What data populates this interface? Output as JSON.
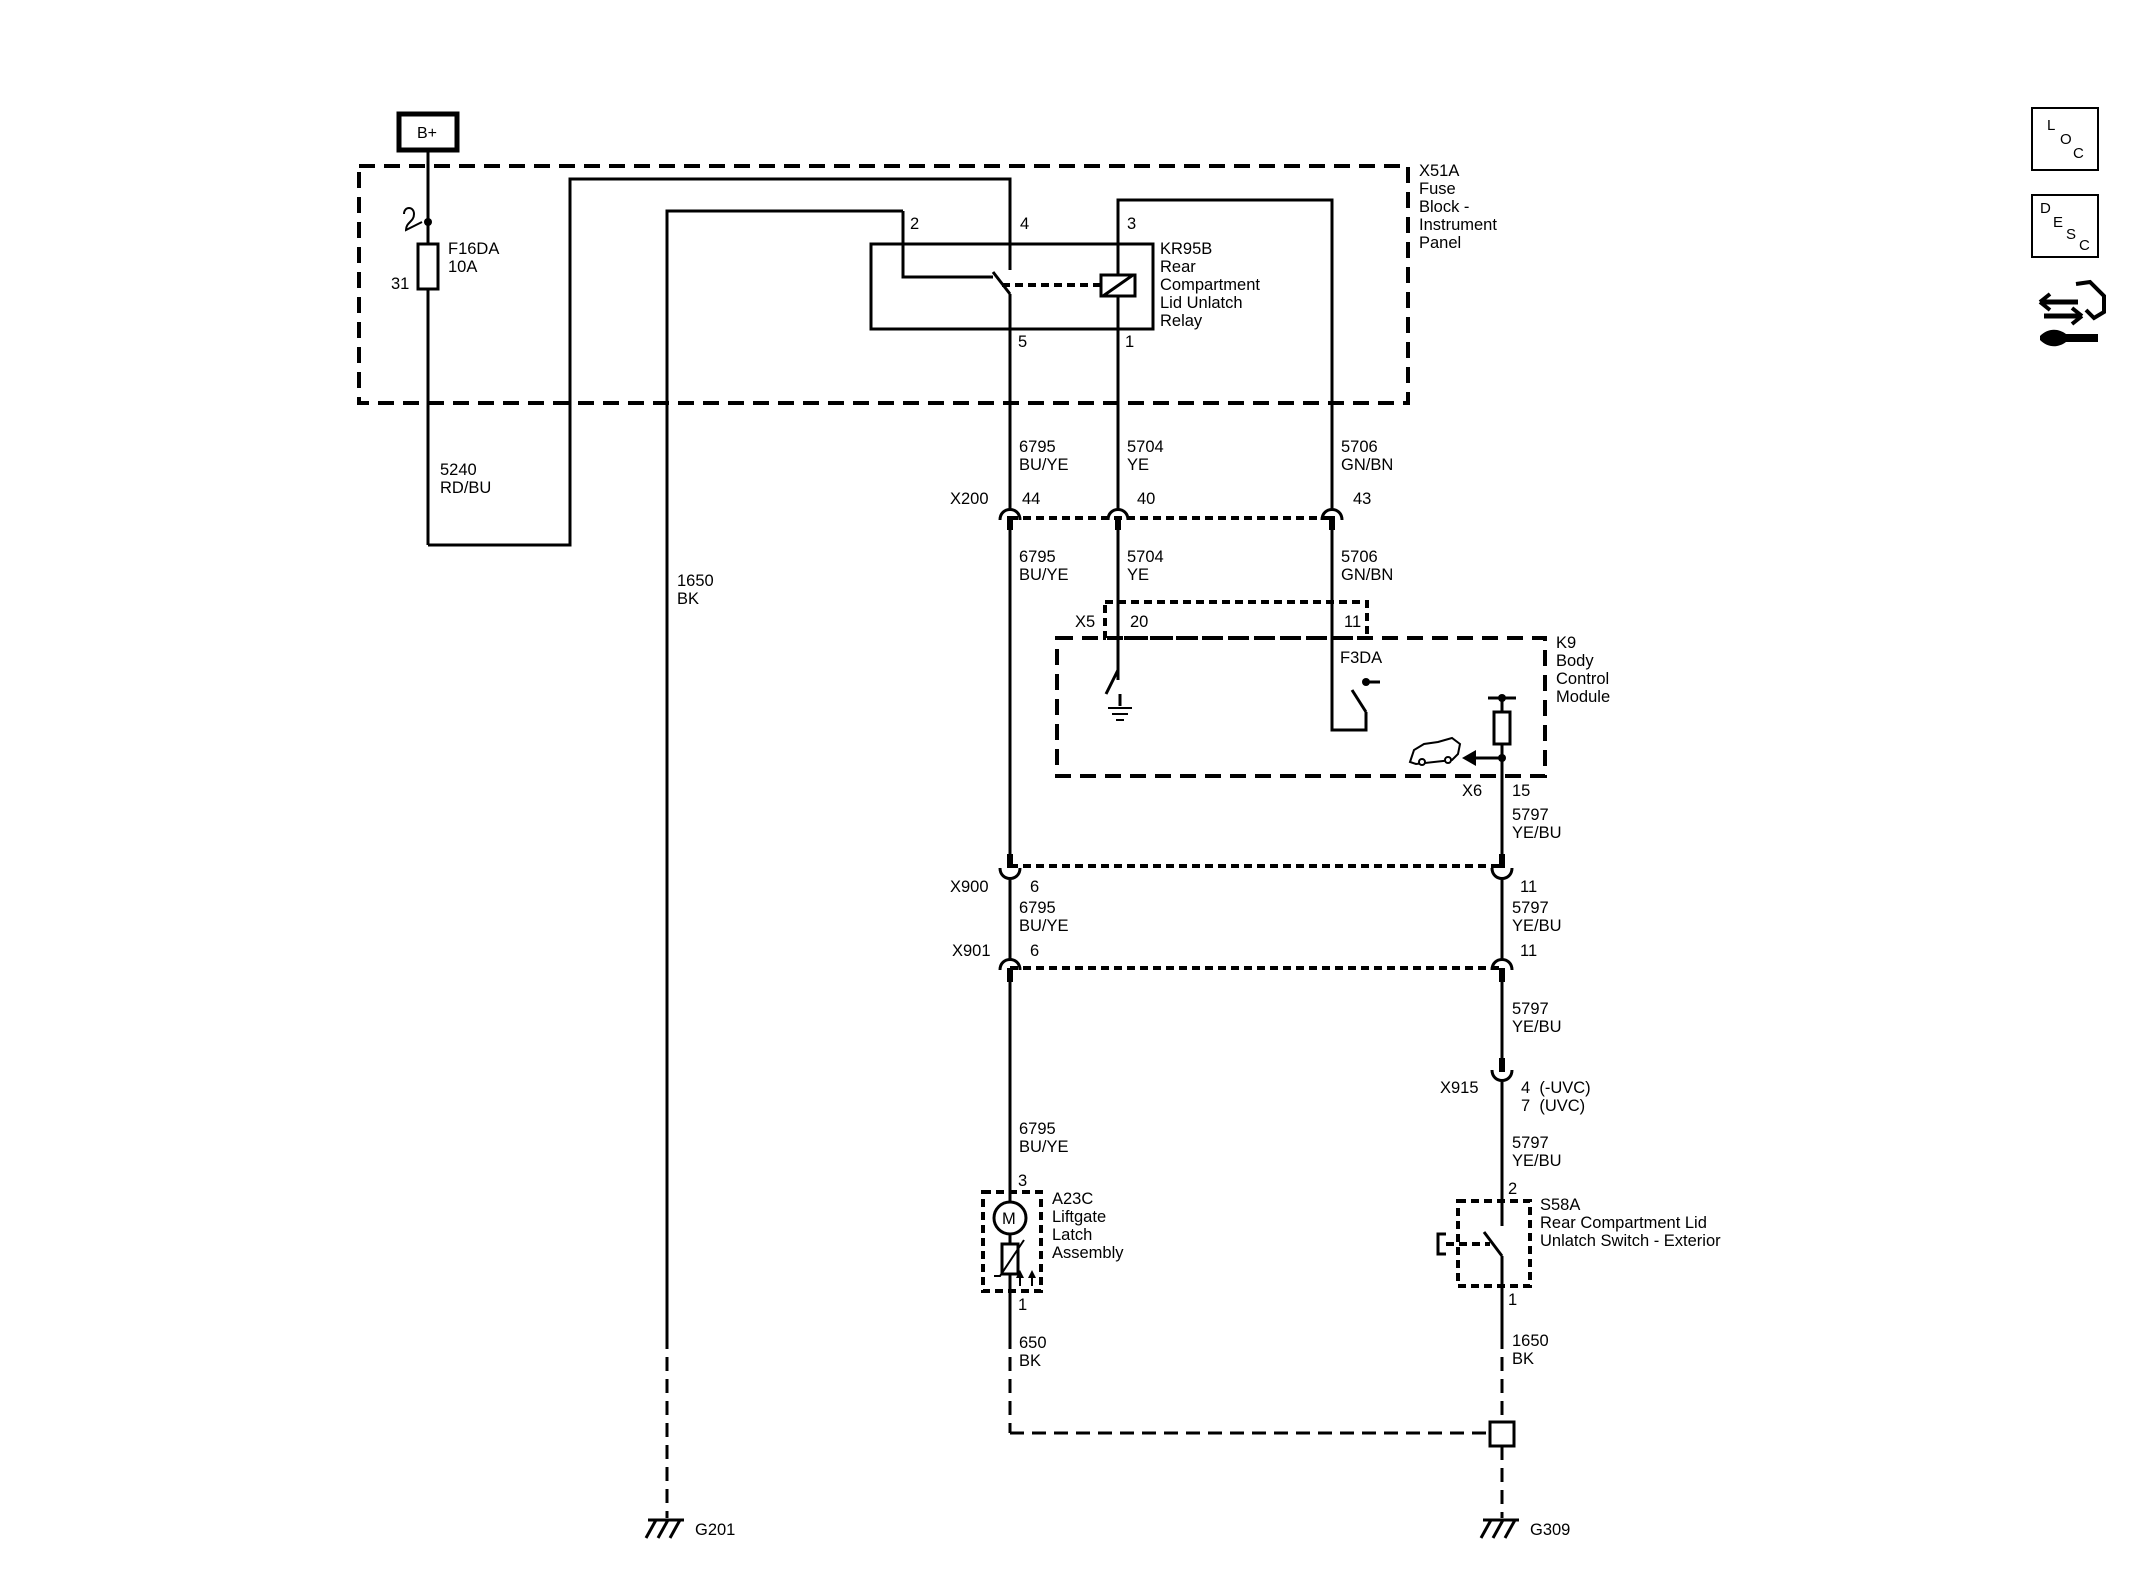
{
  "power": {
    "label": "B+"
  },
  "nav_icons": {
    "loc": [
      "L",
      "O",
      "C"
    ],
    "desc": [
      "D",
      "E",
      "S",
      "C"
    ],
    "connector_icon": "connector-views-icon"
  },
  "fuse_block": {
    "lines": [
      "X51A",
      "Fuse",
      "Block -",
      "Instrument",
      "Panel"
    ],
    "fuse_name": "F16DA",
    "fuse_rating": "10A",
    "fuse_pin": "31"
  },
  "relay": {
    "lines": [
      "KR95B",
      "Rear",
      "Compartment",
      "Lid Unlatch",
      "Relay"
    ],
    "pins": {
      "p2": "2",
      "p4": "4",
      "p3": "3",
      "p5": "5",
      "p1": "1"
    }
  },
  "wires": {
    "w5240": [
      "5240",
      "RD/BU"
    ],
    "w1650": [
      "1650",
      "BK"
    ],
    "w6795_a": [
      "6795",
      "BU/YE"
    ],
    "w5704_a": [
      "5704",
      "YE"
    ],
    "w5706_a": [
      "5706",
      "GN/BN"
    ],
    "w6795_b": [
      "6795",
      "BU/YE"
    ],
    "w5704_b": [
      "5704",
      "YE"
    ],
    "w5706_b": [
      "5706",
      "GN/BN"
    ],
    "w5797_a": [
      "5797",
      "YE/BU"
    ],
    "w6795_c": [
      "6795",
      "BU/YE"
    ],
    "w5797_b": [
      "5797",
      "YE/BU"
    ],
    "w5797_c": [
      "5797",
      "YE/BU"
    ],
    "w6795_d": [
      "6795",
      "BU/YE"
    ],
    "w5797_d": [
      "5797",
      "YE/BU"
    ],
    "w650": [
      "650",
      "BK"
    ],
    "w1650_b": [
      "1650",
      "BK"
    ]
  },
  "connectors": {
    "x200": {
      "name": "X200",
      "p44": "44",
      "p40": "40",
      "p43": "43"
    },
    "x5": {
      "name": "X5",
      "p20": "20",
      "p11": "11"
    },
    "x6": {
      "name": "X6",
      "p15": "15"
    },
    "x900": {
      "name": "X900",
      "p6": "6",
      "p11": "11"
    },
    "x901": {
      "name": "X901",
      "p6": "6",
      "p11": "11"
    },
    "x915": {
      "name": "X915",
      "pin_uvc_minus": "4  (-UVC)",
      "pin_uvc": "7  (UVC)"
    }
  },
  "bcm": {
    "lines": [
      "K9",
      "Body",
      "Control",
      "Module"
    ],
    "fuse": "F3DA"
  },
  "latch": {
    "lines": [
      "A23C",
      "Liftgate",
      "Latch",
      "Assembly"
    ],
    "motor": "M",
    "pin_top": "3",
    "pin_bottom": "1"
  },
  "switch": {
    "lines": [
      "S58A",
      "Rear Compartment Lid",
      "Unlatch Switch - Exterior"
    ],
    "pin_top": "2",
    "pin_bottom": "1"
  },
  "grounds": {
    "g201": "G201",
    "g309": "G309"
  }
}
